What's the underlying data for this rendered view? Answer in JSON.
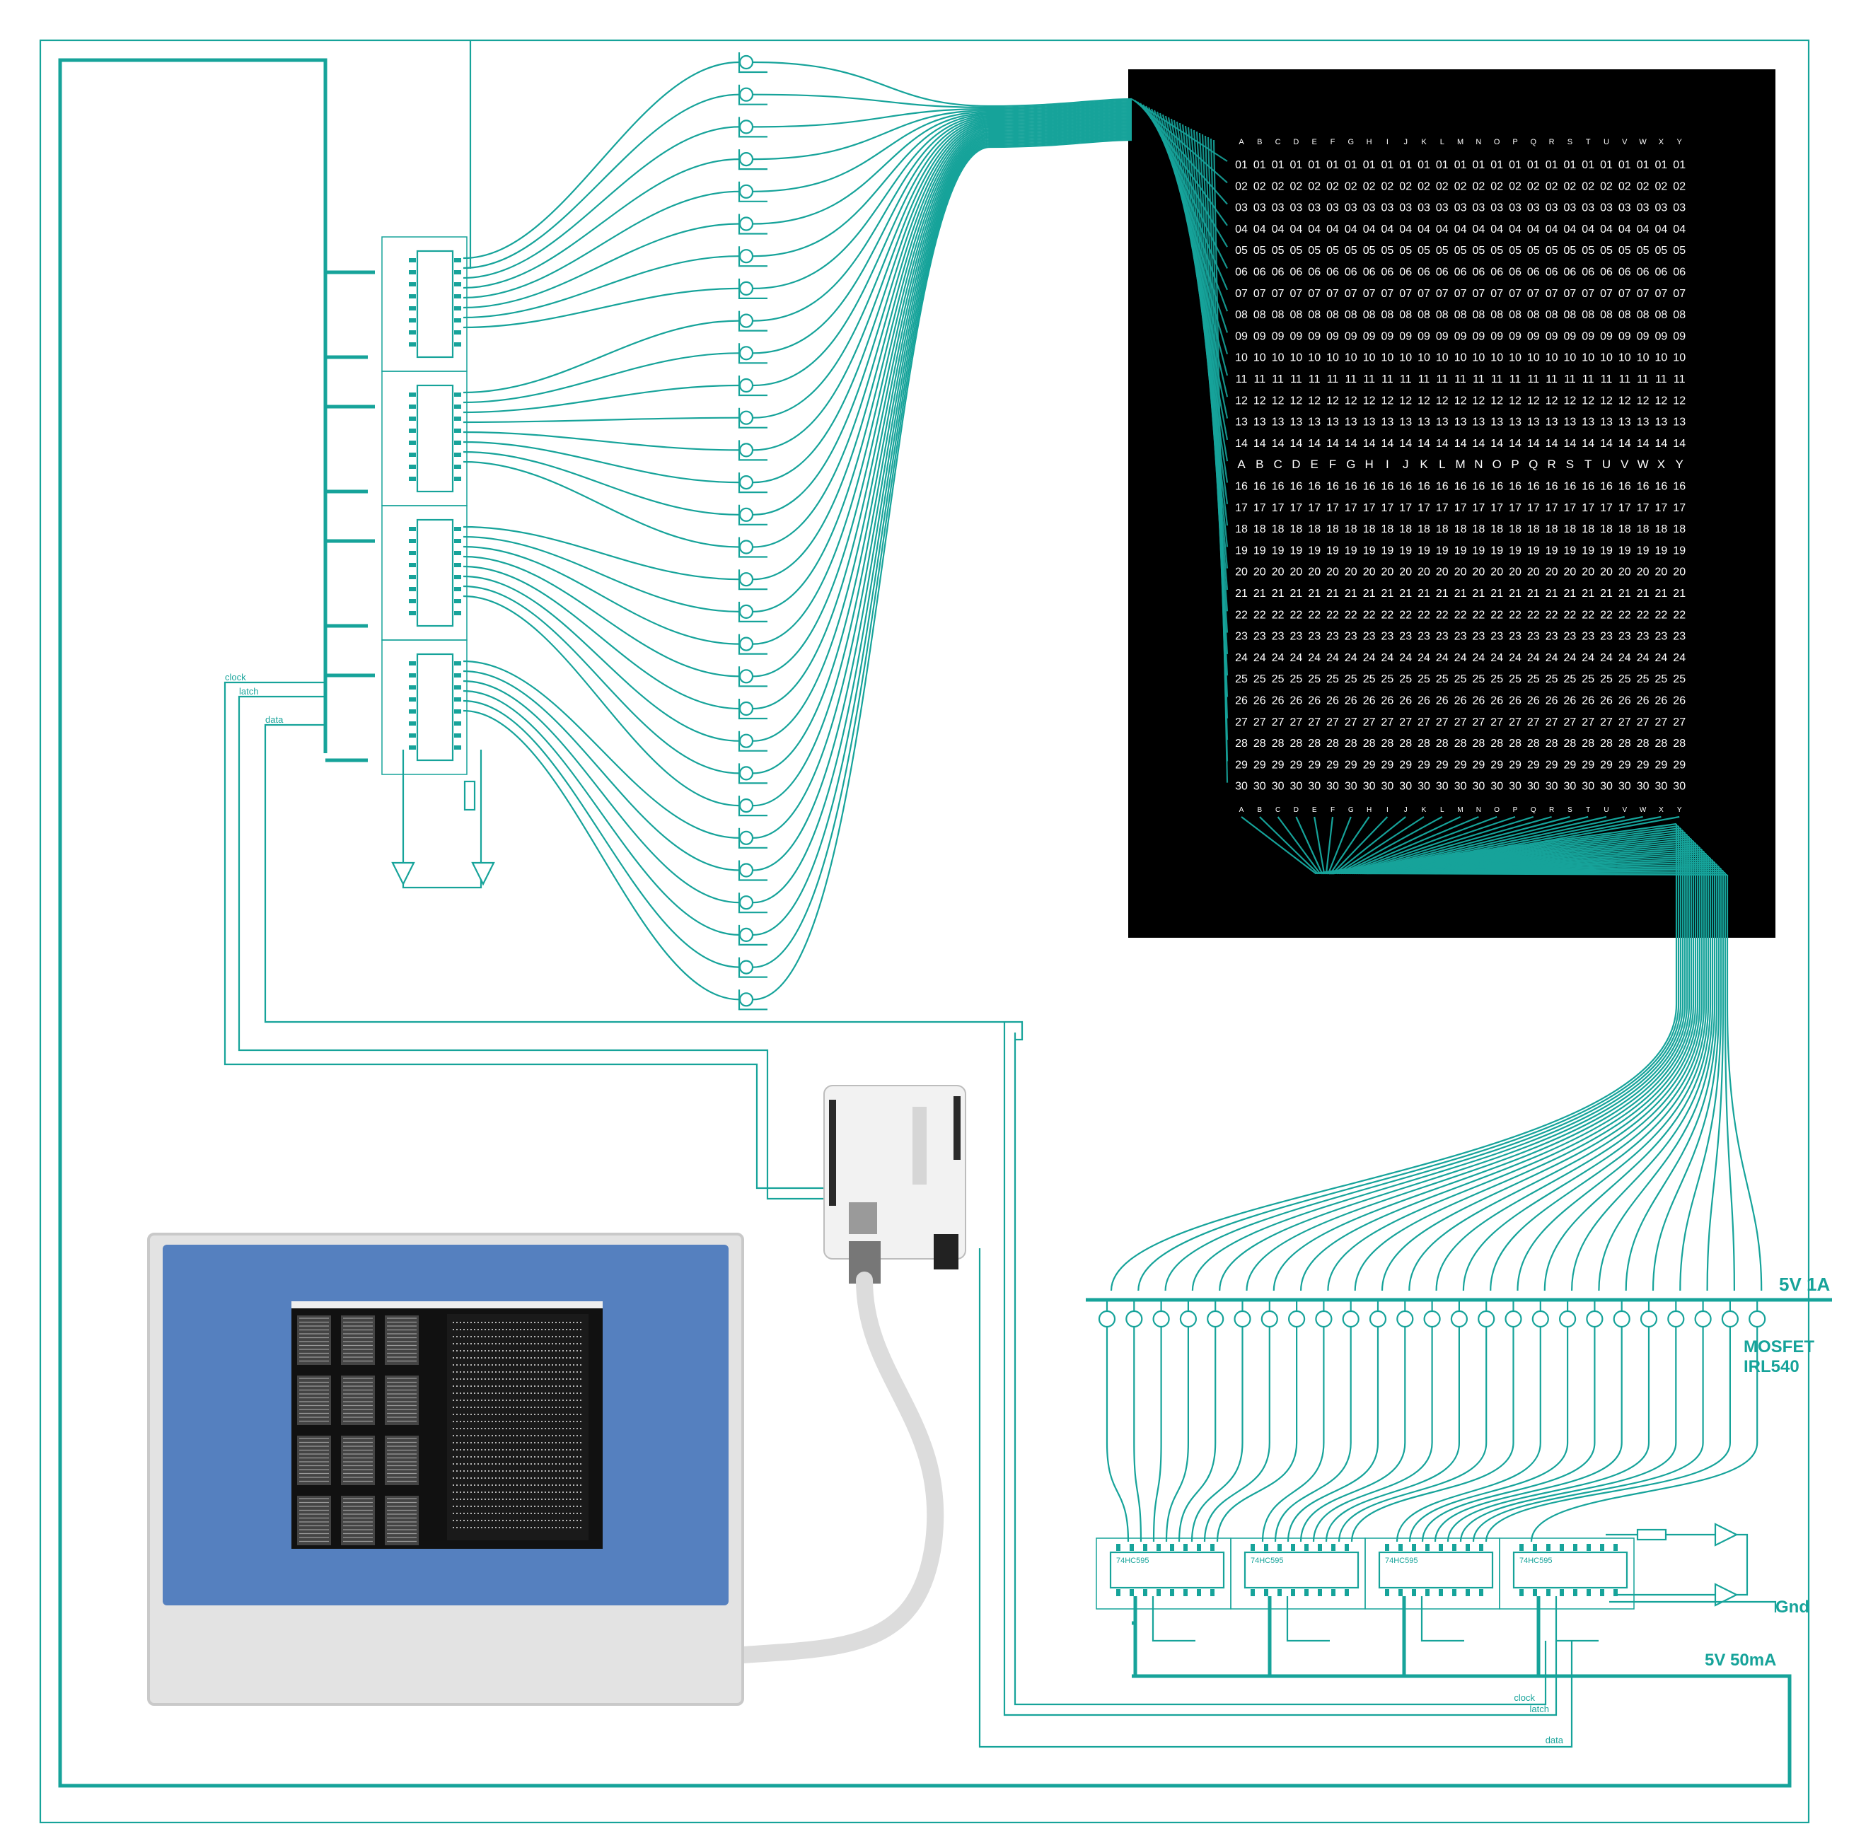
{
  "labels": {
    "clock": "clock",
    "latch": "latch",
    "data": "data",
    "power_main": "5V 1A",
    "power_logic": "5V 50mA",
    "ground": "Gnd",
    "mosfet_title": "MOSFET",
    "mosfet_part": "IRL540",
    "chip_name": "74HC595"
  },
  "matrix": {
    "columns": [
      "A",
      "B",
      "C",
      "D",
      "E",
      "F",
      "G",
      "H",
      "I",
      "J",
      "K",
      "L",
      "M",
      "N",
      "O",
      "P",
      "Q",
      "R",
      "S",
      "T",
      "U",
      "V",
      "W",
      "X",
      "Y"
    ],
    "rows": [
      "01",
      "02",
      "03",
      "04",
      "05",
      "06",
      "07",
      "08",
      "09",
      "10",
      "11",
      "12",
      "13",
      "14",
      "A B C D E F G H I J K L M N O P Q R S T U V W X Y",
      "16",
      "17",
      "18",
      "19",
      "20",
      "21",
      "22",
      "23",
      "24",
      "25",
      "26",
      "27",
      "28",
      "29",
      "30"
    ]
  },
  "colors": {
    "wire": "#16a39a",
    "matrix_bg": "#000000",
    "laptop_screen": "#5580bf",
    "laptop_body": "#e3e3e3"
  },
  "components": {
    "left_chip_count": 4,
    "bottom_chip_count": 4,
    "mosfet_count": 25,
    "row_transistor_count": 30
  }
}
